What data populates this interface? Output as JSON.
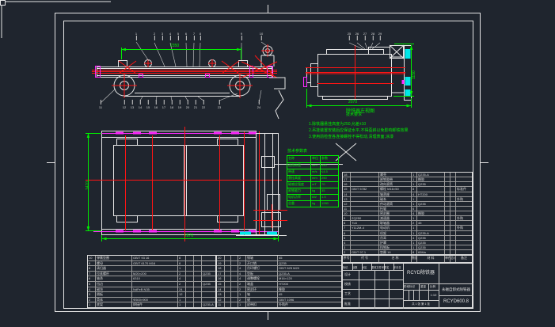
{
  "colors": {
    "background": "#1f252e",
    "line_white": "#e6e6e6",
    "centerline_red": "#ff1414",
    "detail_magenta": "#ff29ff",
    "dimension_green": "#00ef00",
    "hatch_cyan": "#00e8e8"
  },
  "views": {
    "side": {
      "dim_top": "2350",
      "balloons_top": [
        "1",
        "2",
        "3",
        "4",
        "5",
        "6",
        "7",
        "8",
        "9",
        "10"
      ],
      "balloons_bottom": [
        "11",
        "12",
        "13",
        "14",
        "15",
        "16",
        "17",
        "18",
        "19",
        "20",
        "21",
        "22",
        "23",
        "24"
      ]
    },
    "end": {
      "dim_width": "2070",
      "dim_height": "1150",
      "label": "除铁器左视图",
      "balloons_top": [
        "25",
        "26",
        "27",
        "28",
        "29"
      ]
    },
    "plan": {
      "dim_left": "1470",
      "dim_bottom": "2870"
    }
  },
  "notes": {
    "title": "技术要求",
    "items": [
      "1.除铁器悬挂高度为250,允差±10",
      "2.吊挂装置安装后应保证水平,不得歪斜以免影响卸铁效果",
      "3.使用前检查各连接螺栓不得松动,清理表面,涂漆"
    ]
  },
  "param_table": {
    "title": "技术参数表",
    "header_rows": [
      {
        "name": "名称",
        "unit": "单位",
        "value": "参数"
      }
    ],
    "rows": [
      {
        "name": "适用带宽",
        "unit": "mm",
        "value": "650"
      },
      {
        "name": "带速",
        "unit": "m/s",
        "value": "≤4.5"
      },
      {
        "name": "悬挂高度",
        "unit": "mm",
        "value": "250"
      },
      {
        "name": "磁感应强度",
        "unit": "mT",
        "value": "70"
      },
      {
        "name": "卸铁能力",
        "unit": "kg",
        "value": "35"
      },
      {
        "name": "电机功率",
        "unit": "kW",
        "value": "1.5"
      },
      {
        "name": "总重",
        "unit": "kg",
        "value": "1280"
      }
    ]
  },
  "parts_list_right": {
    "header_rows": [
      {
        "no": "序号",
        "code": "代 号",
        "name": "名 称",
        "qty": "数量",
        "mat": "材 料",
        "w1": "单件",
        "w2": "总计",
        "rem": "备注"
      }
    ],
    "rows": [
      {
        "no": "18",
        "code": "",
        "name": "罩壳",
        "qty": "1",
        "mat": "Q235-A",
        "w1": "",
        "w2": "",
        "rem": ""
      },
      {
        "no": "17",
        "code": "",
        "name": "卸铁胶带",
        "qty": "1",
        "mat": "橡胶",
        "w1": "",
        "w2": "",
        "rem": ""
      },
      {
        "no": "16",
        "code": "",
        "name": "改向滚筒",
        "qty": "1",
        "mat": "Q235",
        "w1": "",
        "w2": "",
        "rem": ""
      },
      {
        "no": "15",
        "code": "GB/T 5782",
        "name": "螺栓 M16×50",
        "qty": "8",
        "mat": "",
        "w1": "",
        "w2": "",
        "rem": "标准件"
      },
      {
        "no": "14",
        "code": "",
        "name": "轴承座",
        "qty": "4",
        "mat": "HT200",
        "w1": "",
        "w2": "",
        "rem": ""
      },
      {
        "no": "13",
        "code": "",
        "name": "磁系",
        "qty": "1",
        "mat": "",
        "w1": "",
        "w2": "",
        "rem": "外购"
      },
      {
        "no": "12",
        "code": "",
        "name": "传动滚筒",
        "qty": "1",
        "mat": "Q235",
        "w1": "",
        "w2": "",
        "rem": ""
      },
      {
        "no": "11",
        "code": "",
        "name": "托辊",
        "qty": "6",
        "mat": "",
        "w1": "",
        "w2": "",
        "rem": ""
      },
      {
        "no": "10",
        "code": "",
        "name": "密封圈",
        "qty": "4",
        "mat": "橡胶",
        "w1": "",
        "w2": "",
        "rem": ""
      },
      {
        "no": "9",
        "code": "ZQ250",
        "name": "减速器",
        "qty": "1",
        "mat": "",
        "w1": "",
        "w2": "",
        "rem": "外购"
      },
      {
        "no": "8",
        "code": "TL6",
        "name": "联轴器",
        "qty": "2",
        "mat": "45",
        "w1": "",
        "w2": "",
        "rem": ""
      },
      {
        "no": "7",
        "code": "Y112M-4",
        "name": "电动机",
        "qty": "1",
        "mat": "",
        "w1": "",
        "w2": "",
        "rem": "外购"
      },
      {
        "no": "6",
        "code": "",
        "name": "机架",
        "qty": "1",
        "mat": "Q235-A",
        "w1": "",
        "w2": "",
        "rem": ""
      },
      {
        "no": "5",
        "code": "",
        "name": "吊耳",
        "qty": "4",
        "mat": "Q235",
        "w1": "",
        "w2": "",
        "rem": ""
      },
      {
        "no": "4",
        "code": "",
        "name": "护罩",
        "qty": "1",
        "mat": "Q235",
        "w1": "",
        "w2": "",
        "rem": ""
      },
      {
        "no": "3",
        "code": "",
        "name": "挡铁板",
        "qty": "1",
        "mat": "Q235",
        "w1": "",
        "w2": "",
        "rem": ""
      },
      {
        "no": "2",
        "code": "GB/T 97.1",
        "name": "垫圈 16",
        "qty": "8",
        "mat": "65Mn",
        "w1": "",
        "w2": "",
        "rem": ""
      }
    ]
  },
  "parts_list_left_a": {
    "rows": [
      {
        "no": "10",
        "name": "弹簧垫圈",
        "spec": "GB/T 93  16",
        "qty": "8",
        "m1": "",
        "m2": "",
        "m3": ""
      },
      {
        "no": "9",
        "name": "螺母",
        "spec": "GB/T 6170 M16",
        "qty": "8",
        "m1": "",
        "m2": "",
        "m3": ""
      },
      {
        "no": "8",
        "name": "清扫器",
        "spec": "",
        "qty": "1",
        "m1": "",
        "m2": "",
        "m3": ""
      },
      {
        "no": "7",
        "name": "拉紧螺杆",
        "spec": "M20×200",
        "qty": "2",
        "m1": "",
        "m2": "",
        "m3": "Q235"
      },
      {
        "no": "6",
        "name": "轴承",
        "spec": "6310",
        "qty": "4",
        "m1": "",
        "m2": "",
        "m3": ""
      },
      {
        "no": "5",
        "name": "挡边",
        "spec": "",
        "qty": "2",
        "m1": "",
        "m2": "",
        "m3": "Q235"
      },
      {
        "no": "4",
        "name": "磁块",
        "spec": "NdFeB N35",
        "qty": "24",
        "m1": "",
        "m2": "",
        "m3": ""
      },
      {
        "no": "3",
        "name": "隔板",
        "spec": "",
        "qty": "12",
        "m1": "",
        "m2": "",
        "m3": ""
      },
      {
        "no": "2",
        "name": "筒体",
        "spec": "Φ500×900",
        "qty": "1",
        "m1": "",
        "m2": "",
        "m3": ""
      },
      {
        "no": "1",
        "name": "底架",
        "spec": "焊接件",
        "qty": "1",
        "m1": "",
        "m2": "",
        "m3": "Q235-A"
      }
    ]
  },
  "parts_list_left_b": {
    "rows": [
      {
        "no": "20",
        "a": "",
        "b": "",
        "qty": "2",
        "name": "销轴",
        "rem": "45"
      },
      {
        "no": "19",
        "a": "",
        "b": "",
        "qty": "2",
        "name": "开口销",
        "rem": "Q235"
      },
      {
        "no": "18",
        "a": "",
        "b": "",
        "qty": "4",
        "name": "吊环螺钉",
        "rem": "GB/T 825 M20"
      },
      {
        "no": "17",
        "a": "",
        "b": "",
        "qty": "4",
        "name": "垫板",
        "rem": "Q235-A"
      },
      {
        "no": "16",
        "a": "",
        "b": "",
        "qty": "4",
        "name": "调整螺栓",
        "rem": "M16×120"
      },
      {
        "no": "15",
        "a": "",
        "b": "",
        "qty": "2",
        "name": "端盖",
        "rem": "HT200"
      },
      {
        "no": "14",
        "a": "",
        "b": "",
        "qty": "2",
        "name": "密封环",
        "rem": "橡胶"
      },
      {
        "no": "13",
        "a": "",
        "b": "",
        "qty": "1",
        "name": "轴",
        "rem": "45"
      },
      {
        "no": "12",
        "a": "",
        "b": "",
        "qty": "2",
        "name": "键",
        "rem": "GB/T 1096"
      },
      {
        "no": "11",
        "a": "",
        "b": "",
        "qty": "1",
        "name": "皮带扣",
        "rem": "外购件"
      }
    ]
  },
  "title_block": {
    "rev_headers": [
      "标记",
      "处数",
      "分区",
      "更改文件号",
      "签名",
      "年月日"
    ],
    "sign_rows": [
      "设计",
      "校核",
      "工艺",
      "批准"
    ],
    "product": "RCYD除铁器",
    "stage_label": "阶段标记",
    "weight_label": "重量",
    "scale_label": "比例",
    "scale_value": "1:10",
    "sheet_info": "共 1 张 第 1 张",
    "name2": "永磁自卸式除铁器",
    "drawing_no": "RCYD600.8"
  }
}
